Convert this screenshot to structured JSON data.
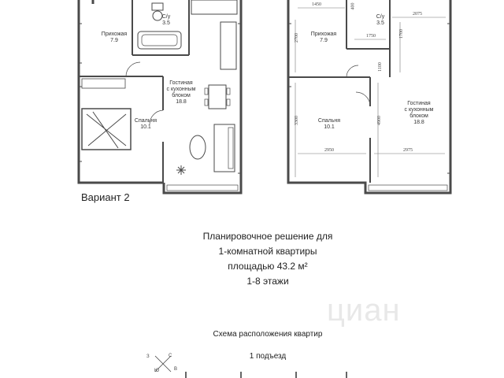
{
  "variant_label": "Вариант  2",
  "description": [
    "Планировочное решение для",
    "1-комнатной квартиры",
    "площадью 43.2 м²",
    "1-8  этажи"
  ],
  "scheme_title": "Схема расположения квартир",
  "entrance_label": "1 подъезд",
  "watermark": "циан",
  "compass": {
    "n": "С",
    "s": "Ю",
    "w": "З",
    "e": "В"
  },
  "left_plan": {
    "rooms": [
      {
        "name": "С/у\n3.5"
      },
      {
        "name": "Прихожая\n7.9"
      },
      {
        "name": "Гостиная\nс кухонным\nблоком\n18.8"
      },
      {
        "name": "Спальня\n10.1"
      }
    ]
  },
  "right_plan": {
    "rooms": [
      {
        "name": "С/у\n3.5"
      },
      {
        "name": "Прихожая\n7.9"
      },
      {
        "name": "Спальня\n10.1"
      },
      {
        "name": "Гостиная\nс кухонным\nблоком\n18.8"
      }
    ],
    "dimensions": {
      "top1": "1450",
      "top2": "2075",
      "d1750": "1750",
      "d1100": "1100",
      "bottom1": "2950",
      "bottom2": "2975",
      "v2700": "2700",
      "v3300": "3300",
      "v4900": "4900",
      "v1700": "1700",
      "v400": "400"
    }
  },
  "colors": {
    "wall": "#4a4a4a",
    "line": "#777777"
  }
}
